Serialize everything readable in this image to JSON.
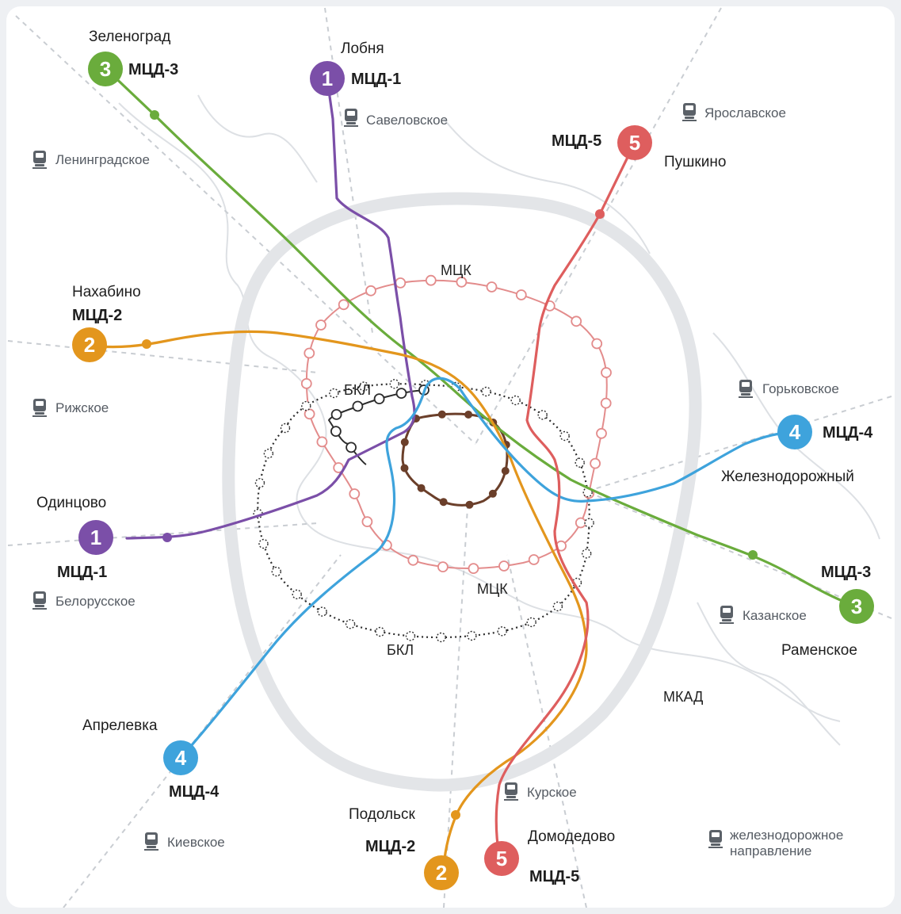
{
  "colors": {
    "mcd1": "#7b4fa8",
    "mcd2": "#e3961d",
    "mcd3": "#6aac3c",
    "mcd4": "#3ea3dc",
    "mcd5": "#de5e5e",
    "mck": "#e38c8c",
    "bkl": "#2c2c2c",
    "circle": "#6b3f2a",
    "mkad": "#e2e4e7",
    "rail": "#c9cdd2",
    "river": "#d8dbdf"
  },
  "lines": {
    "mcd1": {
      "num": "1",
      "code": "МЦД-1",
      "term_north": "Лобня",
      "term_west": "Одинцово"
    },
    "mcd2": {
      "num": "2",
      "code": "МЦД-2",
      "term_west": "Нахабино",
      "term_south": "Подольск"
    },
    "mcd3": {
      "num": "3",
      "code": "МЦД-3",
      "term_north": "Зеленоград",
      "term_east": "Раменское"
    },
    "mcd4": {
      "num": "4",
      "code": "МЦД-4",
      "term_south": "Апрелевка",
      "term_east": "Железнодорожный"
    },
    "mcd5": {
      "num": "5",
      "code": "МЦД-5",
      "term_north": "Пушкино",
      "term_south": "Домодедово"
    }
  },
  "rings": {
    "mck": "МЦК",
    "bkl": "БКЛ",
    "mkad": "МКАД"
  },
  "stations": {
    "savelovskoe": "Савеловское",
    "yaroslavskoe": "Ярославское",
    "leningradskoe": "Ленинградское",
    "rizhskoe": "Рижское",
    "gorkovskoe": "Горьковское",
    "belorusskoe": "Белорусское",
    "kazanskoe": "Казанское",
    "kurskoe": "Курское",
    "kievskoe": "Киевское"
  },
  "legend": {
    "line1": "железнодорожное",
    "line2": "направление"
  },
  "icons": {
    "station": "train-icon"
  }
}
